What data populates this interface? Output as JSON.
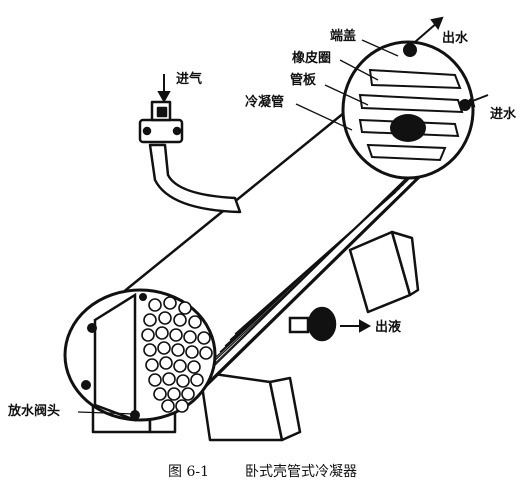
{
  "labels": {
    "end_cover": "端盖",
    "rubber_ring": "橡皮圈",
    "tube_sheet": "管板",
    "condenser_tube": "冷凝管",
    "steam_inlet": "进气",
    "water_out": "出水",
    "water_in": "进水",
    "liquid_out": "出液",
    "drain_valve": "放水阀头"
  },
  "caption": {
    "number": "图 6-1",
    "title": "卧式壳管式冷凝器"
  }
}
